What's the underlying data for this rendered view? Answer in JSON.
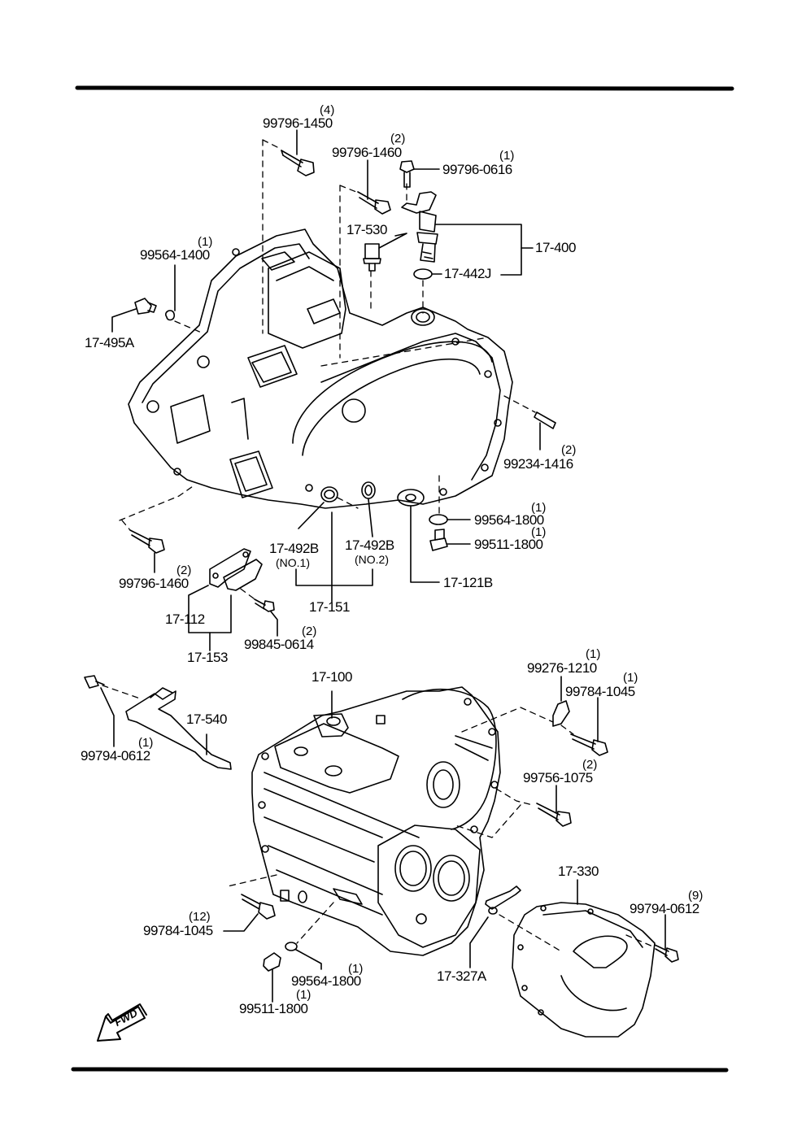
{
  "diagram": {
    "title": "Transmission case exploded parts diagram",
    "direction_indicator": "FWD",
    "parts": [
      {
        "id": "p01",
        "part_number": "99796-1450",
        "qty": "(4)"
      },
      {
        "id": "p02",
        "part_number": "99796-1460",
        "qty": "(2)"
      },
      {
        "id": "p03",
        "part_number": "99796-0616",
        "qty": "(1)"
      },
      {
        "id": "p04",
        "part_number": "17-530",
        "qty": ""
      },
      {
        "id": "p05",
        "part_number": "17-400",
        "qty": ""
      },
      {
        "id": "p06",
        "part_number": "17-442J",
        "qty": ""
      },
      {
        "id": "p07",
        "part_number": "99564-1400",
        "qty": "(1)"
      },
      {
        "id": "p08",
        "part_number": "17-495A",
        "qty": ""
      },
      {
        "id": "p09",
        "part_number": "99234-1416",
        "qty": "(2)"
      },
      {
        "id": "p10",
        "part_number": "99564-1800",
        "qty": "(1)"
      },
      {
        "id": "p11",
        "part_number": "99511-1800",
        "qty": "(1)"
      },
      {
        "id": "p12",
        "part_number": "17-121B",
        "qty": ""
      },
      {
        "id": "p13",
        "part_number": "17-492B",
        "qty": "",
        "note": "(NO.1)"
      },
      {
        "id": "p14",
        "part_number": "17-492B",
        "qty": "",
        "note": "(NO.2)"
      },
      {
        "id": "p15",
        "part_number": "17-151",
        "qty": ""
      },
      {
        "id": "p16",
        "part_number": "99796-1460",
        "qty": "(2)"
      },
      {
        "id": "p17",
        "part_number": "17-112",
        "qty": ""
      },
      {
        "id": "p18",
        "part_number": "17-153",
        "qty": ""
      },
      {
        "id": "p19",
        "part_number": "99845-0614",
        "qty": "(2)"
      },
      {
        "id": "p20",
        "part_number": "17-100",
        "qty": ""
      },
      {
        "id": "p21",
        "part_number": "17-540",
        "qty": ""
      },
      {
        "id": "p22",
        "part_number": "99794-0612",
        "qty": "(1)"
      },
      {
        "id": "p23",
        "part_number": "99276-1210",
        "qty": "(1)"
      },
      {
        "id": "p24",
        "part_number": "99784-1045",
        "qty": "(1)"
      },
      {
        "id": "p25",
        "part_number": "99756-1075",
        "qty": "(2)"
      },
      {
        "id": "p26",
        "part_number": "17-330",
        "qty": ""
      },
      {
        "id": "p27",
        "part_number": "99794-0612",
        "qty": "(9)"
      },
      {
        "id": "p28",
        "part_number": "17-327A",
        "qty": ""
      },
      {
        "id": "p29",
        "part_number": "99784-1045",
        "qty": "(12)"
      },
      {
        "id": "p30",
        "part_number": "99564-1800",
        "qty": "(1)"
      },
      {
        "id": "p31",
        "part_number": "99511-1800",
        "qty": "(1)"
      }
    ]
  }
}
